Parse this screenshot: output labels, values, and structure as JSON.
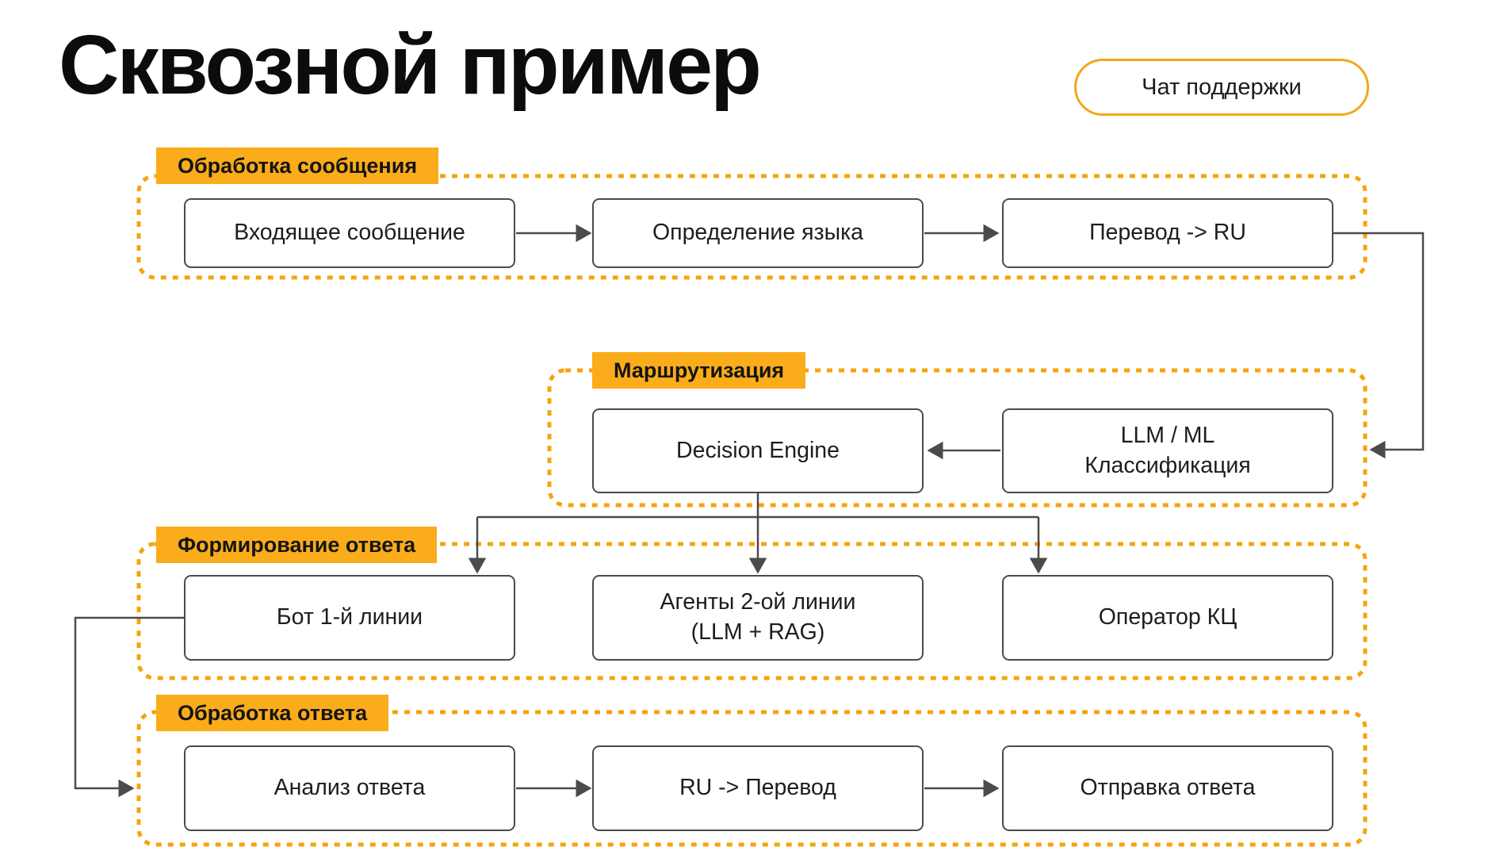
{
  "page": {
    "title": "Сквозной пример",
    "badge": "Чат поддержки"
  },
  "colors": {
    "accent_orange": "#FBAC1A",
    "dashed_orange": "#F5A40E",
    "pill_border": "#F3A81C",
    "line_gray": "#4B4B4B",
    "text_dark": "#1A1A1A"
  },
  "sections": [
    {
      "label": "Обработка сообщения"
    },
    {
      "label": "Маршрутизация"
    },
    {
      "label": "Формирование ответа"
    },
    {
      "label": "Обработка ответа"
    }
  ],
  "boxes": {
    "incoming": "Входящее сообщение",
    "lang": "Определение языка",
    "to_ru": "Перевод -> RU",
    "decision": "Decision Engine",
    "llm_line1": "LLM / ML",
    "llm_line2": "Классификация",
    "bot": "Бот 1-й линии",
    "agents_line1": "Агенты 2-ой линии",
    "agents_line2": "(LLM + RAG)",
    "operator": "Оператор КЦ",
    "analyze": "Анализ ответа",
    "from_ru": "RU -> Перевод",
    "send": "Отправка ответа"
  }
}
